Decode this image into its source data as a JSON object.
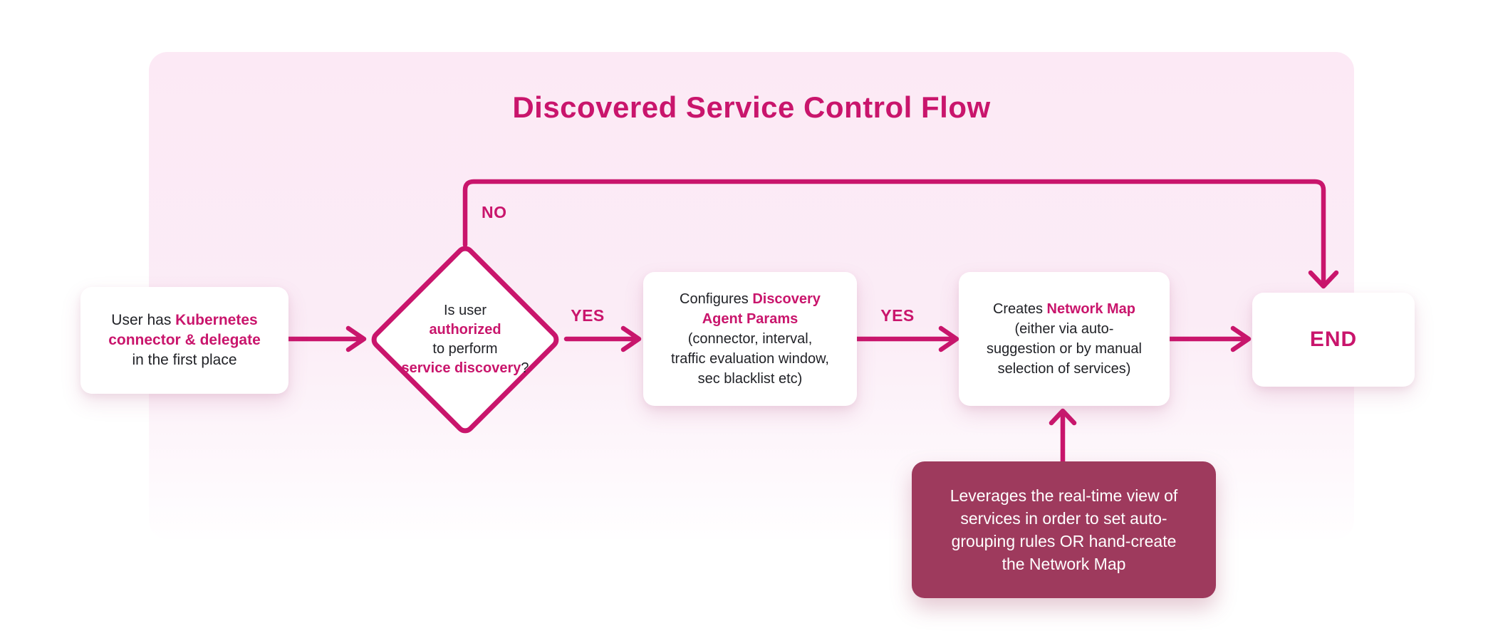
{
  "title": "Discovered Service Control Flow",
  "colors": {
    "accent": "#c9156c",
    "note_bg": "#9e3a5d",
    "panel_top": "#fce9f5",
    "panel_mid": "#fbecf6",
    "panel_bottom": "#fffeff",
    "text_dark": "#212227",
    "node_bg": "#ffffff"
  },
  "labels": {
    "yes1": "YES",
    "yes2": "YES",
    "no": "NO"
  },
  "nodes": {
    "start": {
      "lines": [
        [
          {
            "t": "User has ",
            "a": false
          },
          {
            "t": "Kubernetes",
            "a": true
          }
        ],
        [
          {
            "t": "connector & delegate",
            "a": true
          }
        ],
        [
          {
            "t": "in the first place",
            "a": false
          }
        ]
      ]
    },
    "decision": {
      "lines": [
        [
          {
            "t": "Is user",
            "a": false
          }
        ],
        [
          {
            "t": "authorized",
            "a": true
          }
        ],
        [
          {
            "t": "to perform",
            "a": false
          }
        ],
        [
          {
            "t": "service discovery",
            "a": true
          },
          {
            "t": "?",
            "a": false
          }
        ]
      ]
    },
    "configure": {
      "lines": [
        [
          {
            "t": "Configures ",
            "a": false
          },
          {
            "t": "Discovery",
            "a": true
          }
        ],
        [
          {
            "t": "Agent Params",
            "a": true
          }
        ],
        [
          {
            "t": "(connector, interval,",
            "a": false
          }
        ],
        [
          {
            "t": "traffic evaluation window,",
            "a": false
          }
        ],
        [
          {
            "t": "sec blacklist etc)",
            "a": false
          }
        ]
      ]
    },
    "create": {
      "lines": [
        [
          {
            "t": "Creates ",
            "a": false
          },
          {
            "t": "Network Map",
            "a": true
          }
        ],
        [
          {
            "t": "(either via auto-",
            "a": false
          }
        ],
        [
          {
            "t": "suggestion or by manual",
            "a": false
          }
        ],
        [
          {
            "t": "selection of services)",
            "a": false
          }
        ]
      ]
    },
    "end": {
      "lines": [
        [
          {
            "t": "END",
            "a": true
          }
        ]
      ]
    },
    "note": {
      "lines": [
        [
          {
            "t": "Leverages the real-time view of",
            "a": false
          }
        ],
        [
          {
            "t": "services in order to set auto-",
            "a": false
          }
        ],
        [
          {
            "t": "grouping rules OR hand-create",
            "a": false
          }
        ],
        [
          {
            "t": "the Network Map",
            "a": false
          }
        ]
      ]
    }
  }
}
